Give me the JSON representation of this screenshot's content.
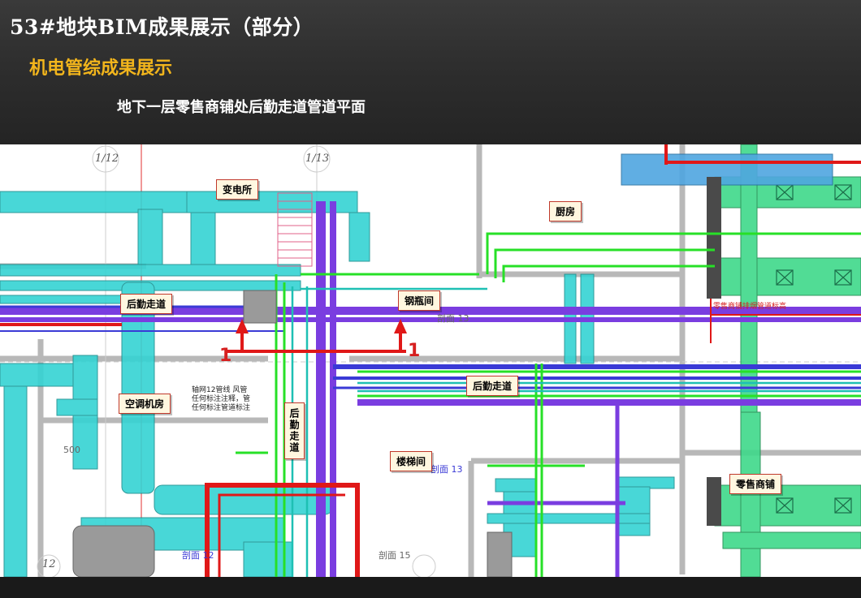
{
  "slide": {
    "title": "53#地块BIM成果展示（部分）",
    "subtitle": "机电管综成果展示",
    "caption": "地下一层零售商铺处后勤走道管道平面"
  },
  "rooms": [
    {
      "id": "substation",
      "label": "变电所"
    },
    {
      "id": "kitchen",
      "label": "厨房"
    },
    {
      "id": "corridor-1",
      "label": "后勤走道"
    },
    {
      "id": "cylinder-room",
      "label": "钢瓶间"
    },
    {
      "id": "corridor-2",
      "label": "后勤走道"
    },
    {
      "id": "ahu-room",
      "label": "空调机房"
    },
    {
      "id": "corridor-vertical",
      "label": "后勤走道"
    },
    {
      "id": "stairwell",
      "label": "楼梯间"
    },
    {
      "id": "retail",
      "label": "零售商铺"
    }
  ],
  "axes": {
    "axis_1_12": "1/12",
    "axis_1_13": "1/13",
    "axis_12": "12"
  },
  "section_marks": {
    "mark_left": "剖面 12",
    "mark_mid": "剖面 15",
    "mark_right": "剖面 13",
    "mark_top": "剖面 13",
    "mark_dim": "500"
  },
  "markers": {
    "m1": "1",
    "m2": "1"
  },
  "notes": {
    "ahu_note": [
      "轴网12管线  风管",
      "任何标注注释，管",
      "任何标注管道标注"
    ],
    "red_note": "零售商铺排烟管道标高"
  },
  "colors": {
    "header_bg": "#2e2e2e",
    "title": "#ffffff",
    "subtitle": "#f2b51c",
    "duct_cyan": "#35d3d3",
    "duct_green": "#3fd98a",
    "pipe_purple": "#7a3de0",
    "pipe_blue": "#3a3ad6",
    "pipe_red": "#e01818",
    "pipe_lime": "#27e027"
  }
}
